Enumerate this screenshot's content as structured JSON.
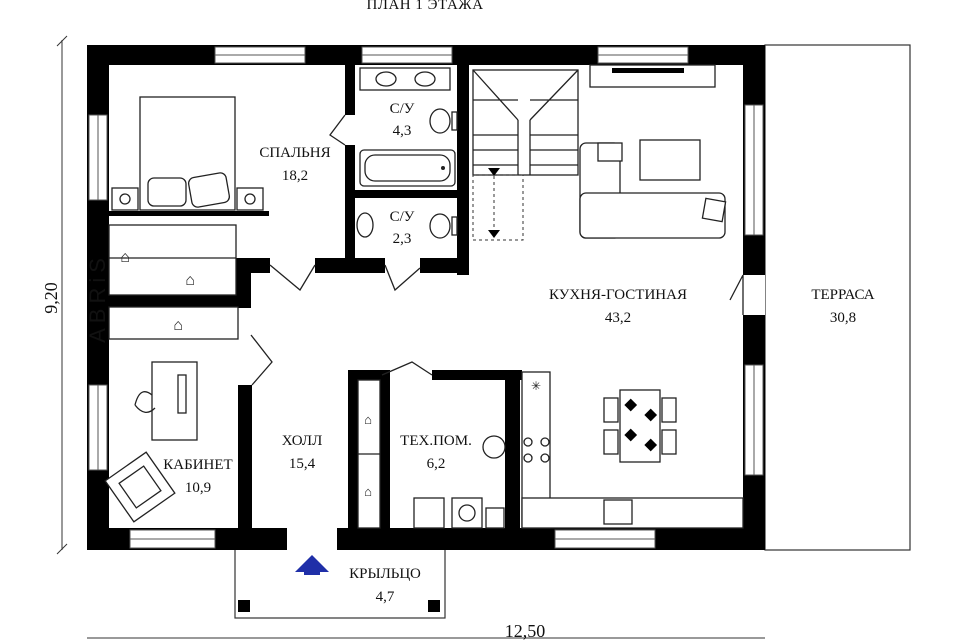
{
  "title": "ПЛАН 1 ЭТАЖА",
  "brand": "ABRiS",
  "dimensions": {
    "width": "12,50",
    "height": "9,20"
  },
  "rooms": {
    "bedroom": {
      "name": "СПАЛЬНЯ",
      "area": "18,2"
    },
    "bath1": {
      "name": "С/У",
      "area": "4,3"
    },
    "bath2": {
      "name": "С/У",
      "area": "2,3"
    },
    "kitchen": {
      "name": "КУХНЯ-ГОСТИНАЯ",
      "area": "43,2"
    },
    "terrace": {
      "name": "ТЕРРАСА",
      "area": "30,8"
    },
    "hall": {
      "name": "ХОЛЛ",
      "area": "15,4"
    },
    "tech": {
      "name": "ТЕХ.ПОМ.",
      "area": "6,2"
    },
    "office": {
      "name": "КАБИНЕТ",
      "area": "10,9"
    },
    "porch": {
      "name": "КРЫЛЬЦО",
      "area": "4,7"
    }
  },
  "colors": {
    "wall": "#000000",
    "entrance_arrow": "#1f2fa8"
  }
}
